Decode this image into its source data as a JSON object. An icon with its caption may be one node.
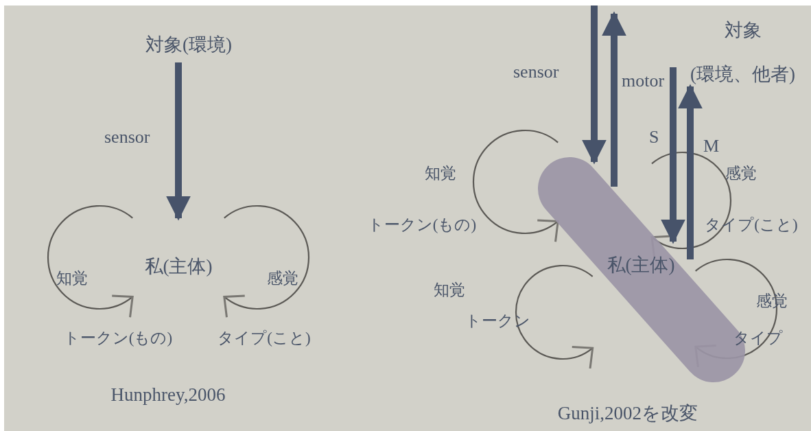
{
  "diagram": {
    "nodes": [
      {
        "text": [
          "対象(環境)"
        ]
      },
      {
        "text": [
          "私(主体)"
        ]
      },
      {
        "text": [
          "私(主体)"
        ]
      },
      {
        "text": [
          "対象",
          "(環境、他者)"
        ]
      }
    ],
    "edges": [
      {
        "from": 0,
        "to": 1,
        "arrow": "to",
        "label": "sensor"
      },
      {
        "from": null,
        "to": 2,
        "arrow": "to",
        "label": "sensor"
      },
      {
        "from": 2,
        "to": null,
        "arrow": "to",
        "label": "motor"
      },
      {
        "from": 3,
        "to": 2,
        "arrow": "to",
        "label": "S"
      },
      {
        "from": 2,
        "to": 3,
        "arrow": "to",
        "label": "M"
      }
    ],
    "labels": [
      "知覚",
      "感覚",
      "トークン(もの)",
      "タイプ(こと)",
      "Hunphrey,2006",
      "知覚",
      "トークン(もの)",
      "感覚",
      "タイプ(こと)",
      "知覚",
      "トークン",
      "感覚",
      "タイプ",
      "Gunji,2002を改変"
    ]
  }
}
